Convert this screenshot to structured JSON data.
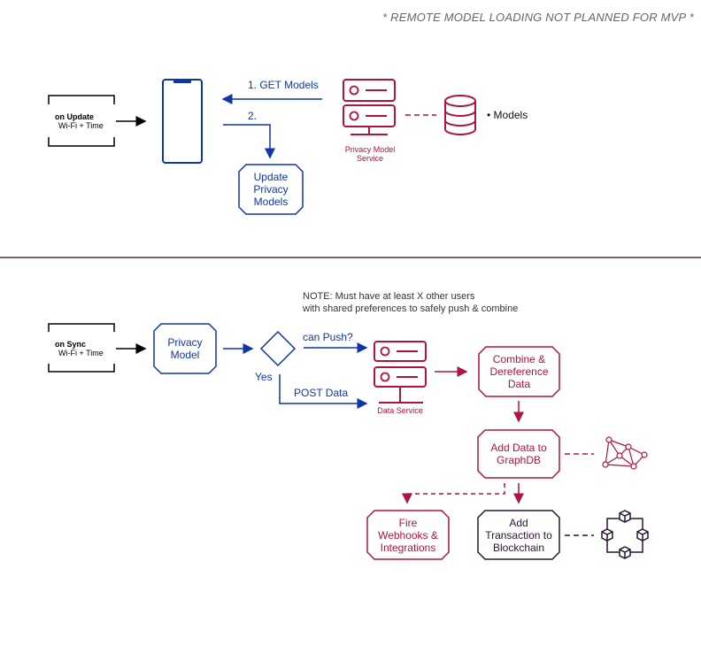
{
  "header_note": "* REMOTE MODEL LOADING NOT PLANNED FOR MVP *",
  "top_flow": {
    "trigger_title": "on Update",
    "trigger_sub": "Wi-Fi + Time",
    "step1_label": "1. GET Models",
    "step2_label": "2.",
    "update_box": "Update\nPrivacy\nModels",
    "service_label": "Privacy Model\nService",
    "db_label": "• Models"
  },
  "bottom_flow": {
    "trigger_title": "on Sync",
    "trigger_sub": "Wi-Fi + Time",
    "note": "NOTE: Must have at least X other users\nwith shared preferences to safely push & combine",
    "privacy_model_box": "Privacy\nModel",
    "can_push_label": "can Push?",
    "yes_label": "Yes",
    "post_data_label": "POST Data",
    "data_service_label": "Data Service",
    "combine_box": "Combine &\nDereference\nData",
    "graphdb_box": "Add Data to\nGraphDB",
    "webhooks_box": "Fire\nWebhooks &\nIntegrations",
    "blockchain_box": "Add\nTransaction to\nBlockchain"
  },
  "colors": {
    "blue": "#0d37a6",
    "red": "#b0133f",
    "dark": "#2a1530",
    "divider": "#4a3040"
  }
}
